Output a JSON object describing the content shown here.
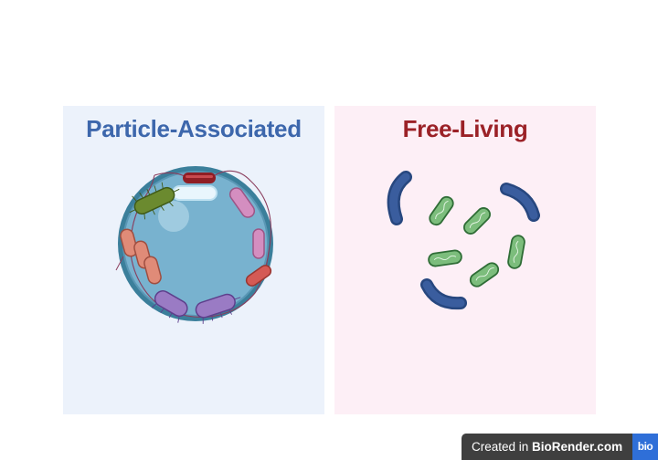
{
  "panels": {
    "left": {
      "title": "Particle-Associated"
    },
    "right": {
      "title": "Free-Living"
    }
  },
  "footer": {
    "prefix": "Created in ",
    "brand": "BioRender.com",
    "logo": "bio"
  },
  "colors": {
    "left_panel_bg": "#ecf2fb",
    "right_panel_bg": "#fdeff6",
    "left_title": "#3d67ac",
    "right_title": "#9b2127",
    "particle": "#6fa9c8",
    "vibrio": "#2e4d8f",
    "free_rod": "#7cbd7c"
  },
  "icons": [
    "marine-particle-icon",
    "bacterium-rod-icon",
    "vibrio-icon",
    "logo-icon"
  ]
}
